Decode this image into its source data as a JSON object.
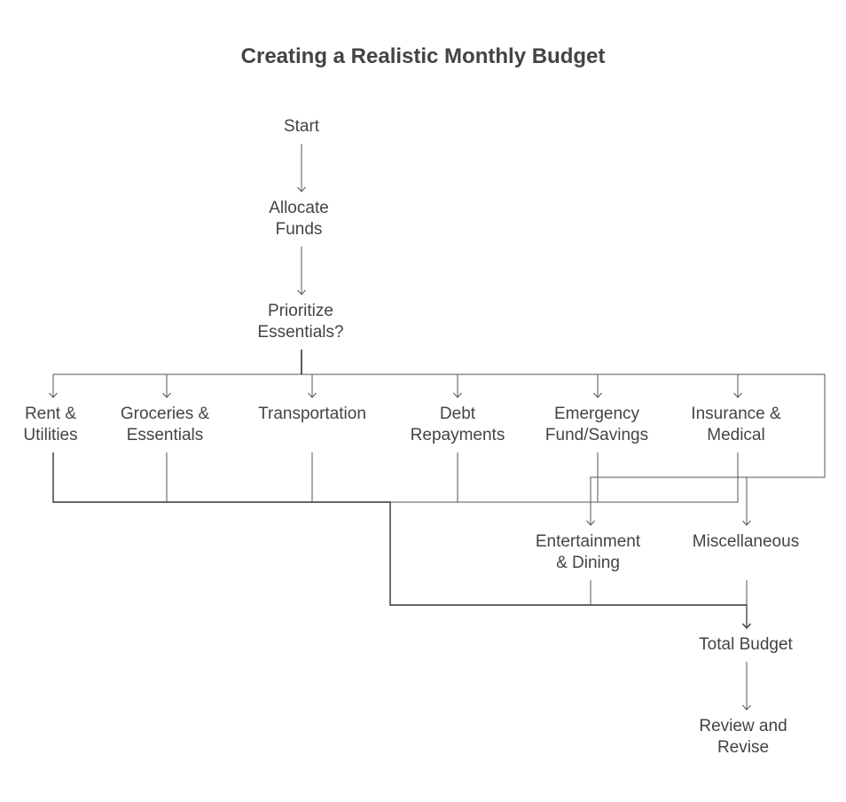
{
  "title": "Creating a Realistic Monthly Budget",
  "colors": {
    "text": "#444444",
    "edge": "#555555",
    "edge_dark": "#333333",
    "background": "#ffffff"
  },
  "nodes": {
    "start": [
      "Start"
    ],
    "allocate": [
      "Allocate",
      "Funds"
    ],
    "prioritize": [
      "Prioritize",
      "Essentials?"
    ],
    "rent": [
      "Rent &",
      "Utilities"
    ],
    "groceries": [
      "Groceries &",
      "Essentials"
    ],
    "transportation": [
      "Transportation"
    ],
    "debt": [
      "Debt",
      "Repayments"
    ],
    "emergency": [
      "Emergency",
      "Fund/Savings"
    ],
    "insurance": [
      "Insurance &",
      "Medical"
    ],
    "entertainment": [
      "Entertainment",
      "& Dining"
    ],
    "misc": [
      "Miscellaneous"
    ],
    "total": [
      "Total Budget"
    ],
    "review": [
      "Review and",
      "Revise"
    ]
  },
  "edges": [
    [
      "start",
      "allocate"
    ],
    [
      "allocate",
      "prioritize"
    ],
    [
      "prioritize",
      "rent"
    ],
    [
      "prioritize",
      "groceries"
    ],
    [
      "prioritize",
      "transportation"
    ],
    [
      "prioritize",
      "debt"
    ],
    [
      "prioritize",
      "emergency"
    ],
    [
      "prioritize",
      "insurance"
    ],
    [
      "prioritize",
      "entertainment"
    ],
    [
      "prioritize",
      "misc"
    ],
    [
      "rent",
      "total"
    ],
    [
      "groceries",
      "total"
    ],
    [
      "transportation",
      "total"
    ],
    [
      "debt",
      "total"
    ],
    [
      "emergency",
      "total"
    ],
    [
      "insurance",
      "total"
    ],
    [
      "entertainment",
      "total"
    ],
    [
      "misc",
      "total"
    ],
    [
      "total",
      "review"
    ]
  ]
}
